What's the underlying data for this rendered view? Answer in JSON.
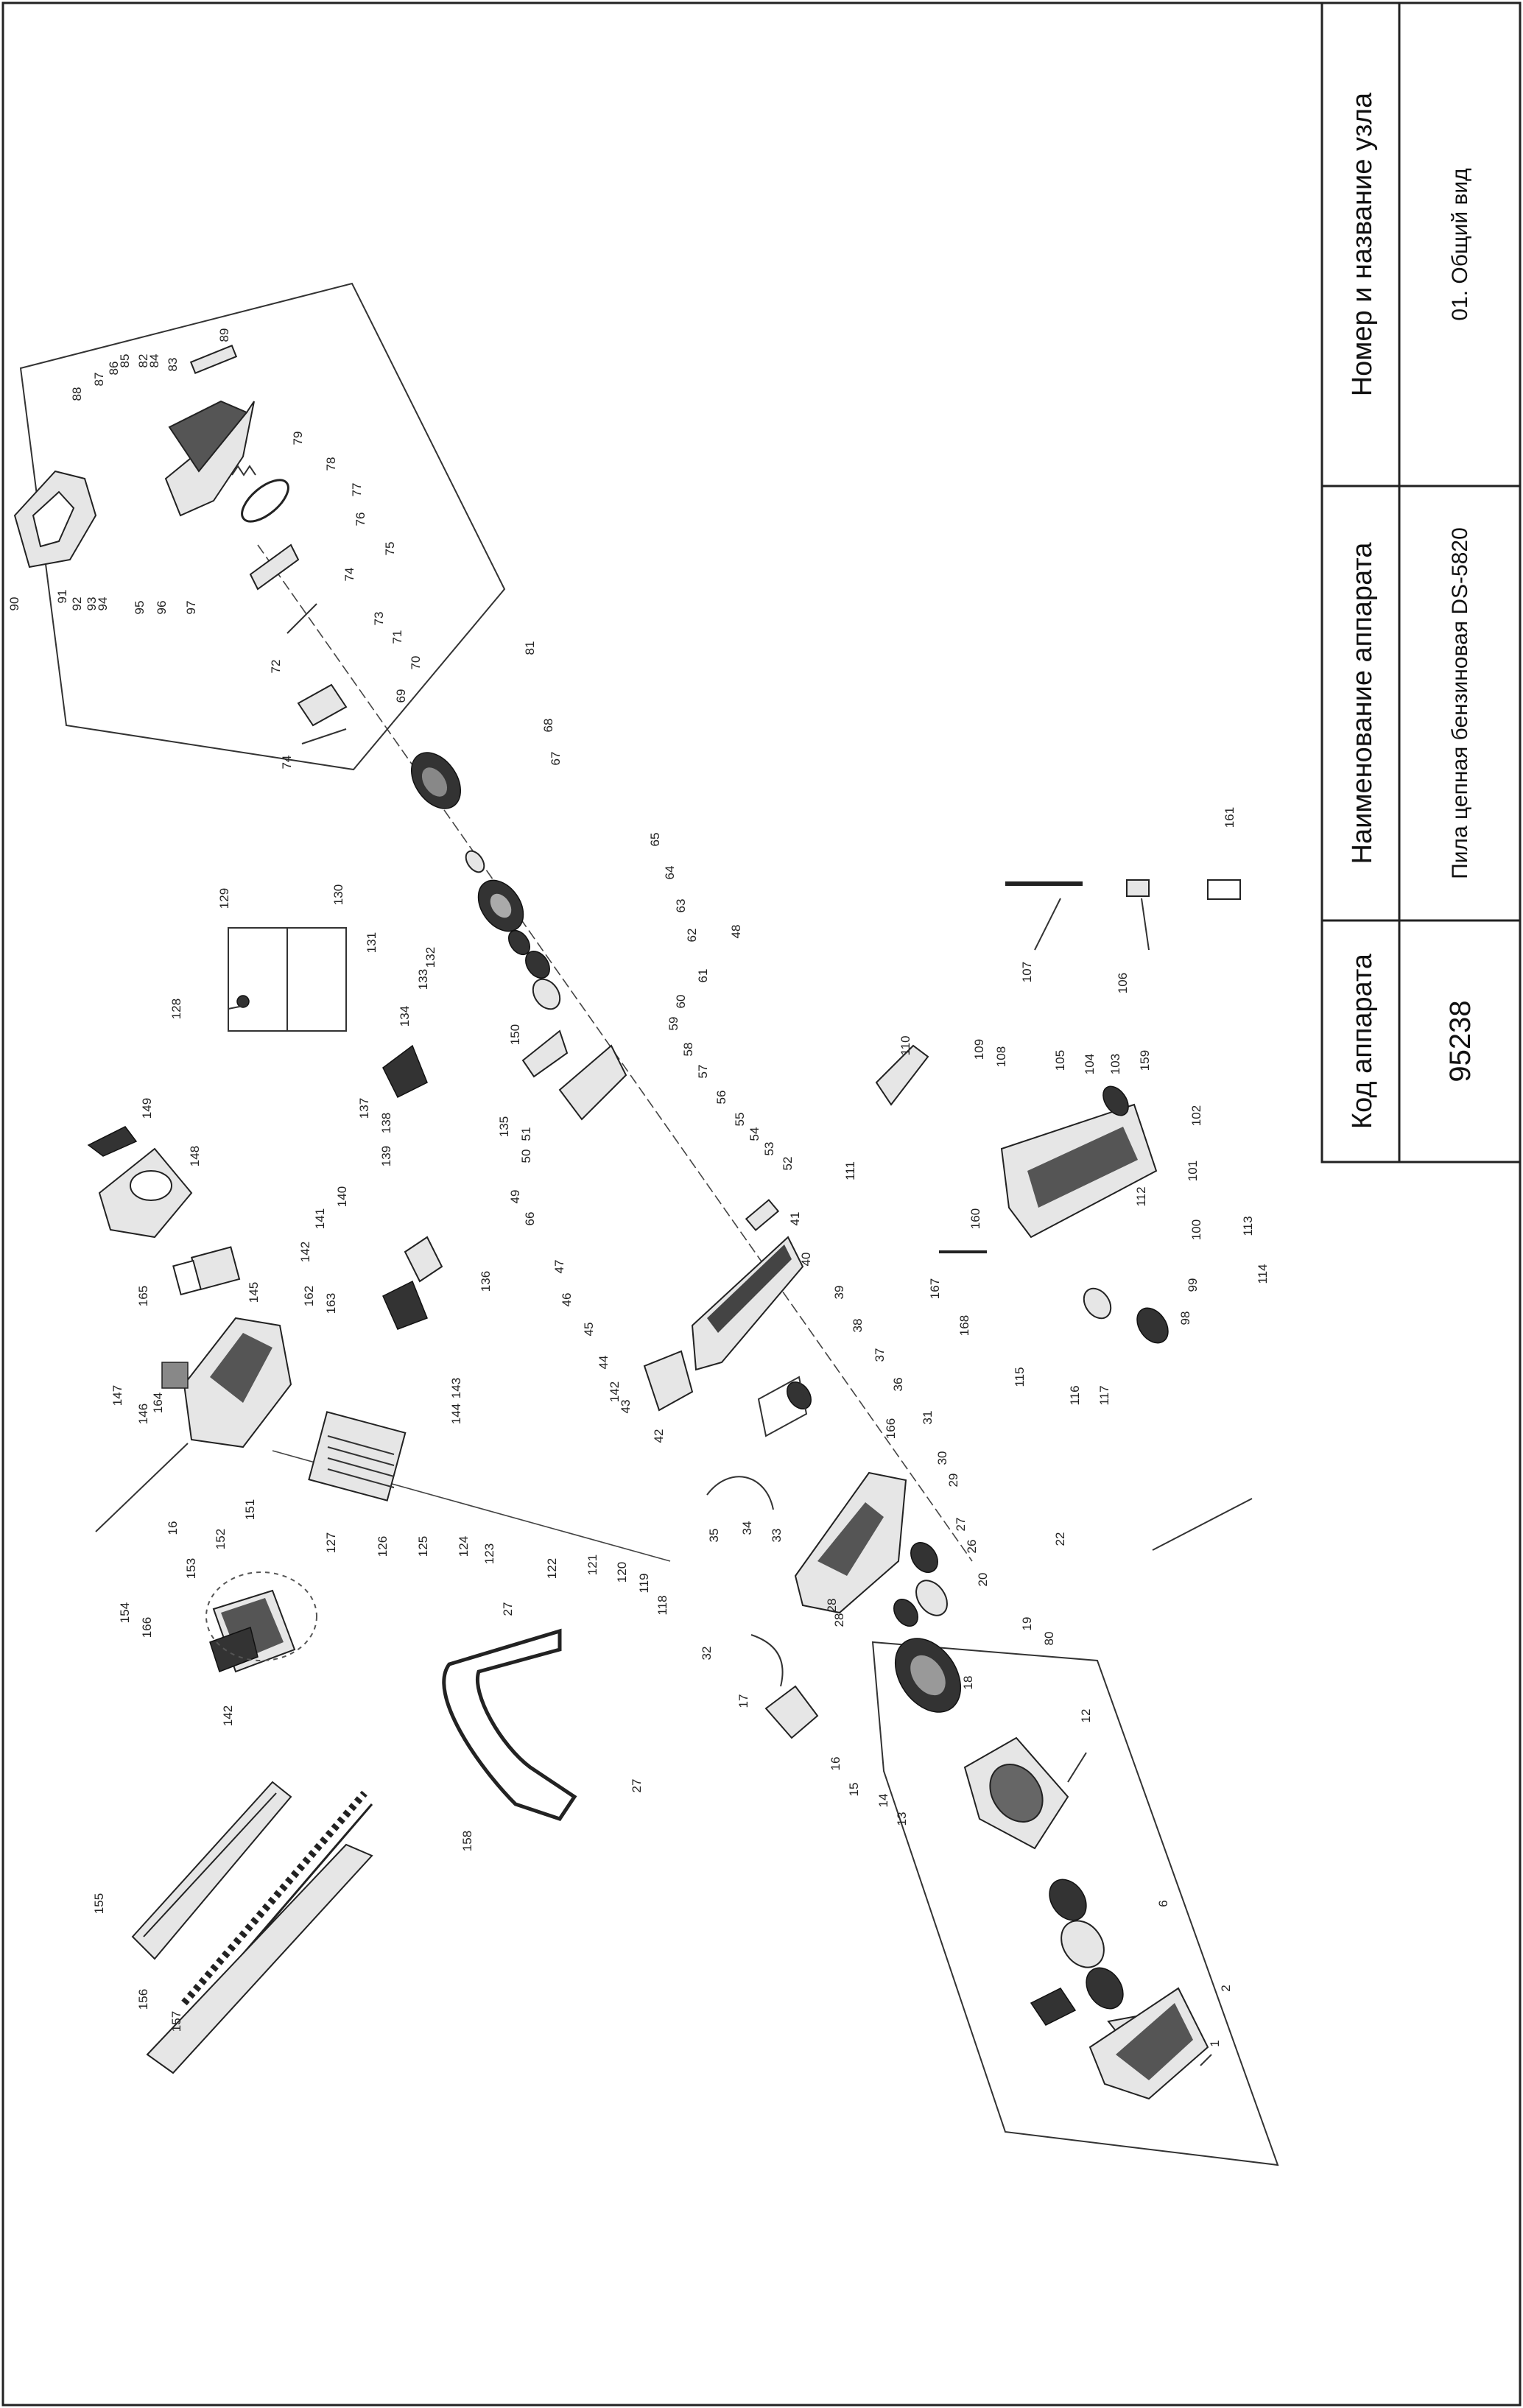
{
  "title_block": {
    "code_header": "Код аппарата",
    "code_value": "95238",
    "device_header": "Наименование аппарата",
    "device_value": "Пила цепная бензиновая DS-5820",
    "unit_header": "Номер и название узла",
    "unit_value": "01. Общий вид"
  },
  "diagram": {
    "part_numbers": [
      "1",
      "2",
      "6",
      "12",
      "13",
      "14",
      "15",
      "16",
      "17",
      "18",
      "19",
      "20",
      "22",
      "26",
      "27",
      "28",
      "29",
      "30",
      "31",
      "32",
      "33",
      "34",
      "35",
      "36",
      "37",
      "38",
      "39",
      "40",
      "41",
      "42",
      "43",
      "44",
      "45",
      "46",
      "47",
      "48",
      "49",
      "50",
      "51",
      "52",
      "53",
      "54",
      "55",
      "56",
      "57",
      "58",
      "59",
      "60",
      "61",
      "62",
      "63",
      "64",
      "65",
      "66",
      "67",
      "68",
      "69",
      "70",
      "71",
      "72",
      "73",
      "74",
      "75",
      "76",
      "77",
      "78",
      "79",
      "80",
      "81",
      "82",
      "83",
      "84",
      "85",
      "86",
      "87",
      "88",
      "89",
      "90",
      "91",
      "92",
      "93",
      "94",
      "95",
      "96",
      "97",
      "98",
      "99",
      "100",
      "101",
      "102",
      "103",
      "104",
      "105",
      "106",
      "107",
      "108",
      "109",
      "110",
      "111",
      "112",
      "113",
      "114",
      "115",
      "116",
      "117",
      "118",
      "119",
      "120",
      "121",
      "122",
      "123",
      "124",
      "125",
      "126",
      "127",
      "128",
      "129",
      "130",
      "131",
      "132",
      "133",
      "134",
      "135",
      "136",
      "137",
      "138",
      "139",
      "140",
      "141",
      "142",
      "143",
      "144",
      "145",
      "146",
      "147",
      "148",
      "149",
      "150",
      "151",
      "152",
      "153",
      "154",
      "155",
      "156",
      "157",
      "158",
      "159",
      "160",
      "161",
      "162",
      "163",
      "164",
      "165",
      "166",
      "167",
      "168"
    ],
    "callouts": [
      {
        "id": "c1",
        "text": "1"
      },
      {
        "id": "c2",
        "text": "2"
      },
      {
        "id": "c6",
        "text": "6"
      },
      {
        "id": "c12",
        "text": "12"
      },
      {
        "id": "c13",
        "text": "13"
      },
      {
        "id": "c14",
        "text": "14"
      },
      {
        "id": "c15",
        "text": "15"
      },
      {
        "id": "c16a",
        "text": "16"
      },
      {
        "id": "c17",
        "text": "17"
      },
      {
        "id": "c18",
        "text": "18"
      },
      {
        "id": "c19",
        "text": "19"
      },
      {
        "id": "c20",
        "text": "20"
      },
      {
        "id": "c22",
        "text": "22"
      },
      {
        "id": "c26",
        "text": "26"
      },
      {
        "id": "c27a",
        "text": "27"
      },
      {
        "id": "c28a",
        "text": "28"
      },
      {
        "id": "c29",
        "text": "29"
      },
      {
        "id": "c30",
        "text": "30"
      },
      {
        "id": "c31",
        "text": "31"
      },
      {
        "id": "c32",
        "text": "32"
      },
      {
        "id": "c33",
        "text": "33"
      },
      {
        "id": "c34",
        "text": "34"
      },
      {
        "id": "c35",
        "text": "35"
      },
      {
        "id": "c36",
        "text": "36"
      },
      {
        "id": "c37",
        "text": "37"
      },
      {
        "id": "c38",
        "text": "38"
      },
      {
        "id": "c39",
        "text": "39"
      },
      {
        "id": "c40",
        "text": "40"
      },
      {
        "id": "c41",
        "text": "41"
      },
      {
        "id": "c42",
        "text": "42"
      },
      {
        "id": "c43",
        "text": "43"
      },
      {
        "id": "c44",
        "text": "44"
      },
      {
        "id": "c45",
        "text": "45"
      },
      {
        "id": "c46",
        "text": "46"
      },
      {
        "id": "c47",
        "text": "47"
      },
      {
        "id": "c48",
        "text": "48"
      },
      {
        "id": "c49",
        "text": "49"
      },
      {
        "id": "c50",
        "text": "50"
      },
      {
        "id": "c51",
        "text": "51"
      },
      {
        "id": "c52",
        "text": "52"
      },
      {
        "id": "c53",
        "text": "53"
      },
      {
        "id": "c54",
        "text": "54"
      },
      {
        "id": "c55",
        "text": "55"
      },
      {
        "id": "c56",
        "text": "56"
      },
      {
        "id": "c57",
        "text": "57"
      },
      {
        "id": "c58",
        "text": "58"
      },
      {
        "id": "c59",
        "text": "59"
      },
      {
        "id": "c60",
        "text": "60"
      },
      {
        "id": "c61",
        "text": "61"
      },
      {
        "id": "c62",
        "text": "62"
      },
      {
        "id": "c63",
        "text": "63"
      },
      {
        "id": "c64",
        "text": "64"
      },
      {
        "id": "c65",
        "text": "65"
      },
      {
        "id": "c66",
        "text": "66"
      },
      {
        "id": "c67",
        "text": "67"
      },
      {
        "id": "c68",
        "text": "68"
      },
      {
        "id": "c69",
        "text": "69"
      },
      {
        "id": "c70",
        "text": "70"
      },
      {
        "id": "c71",
        "text": "71"
      },
      {
        "id": "c72",
        "text": "72"
      },
      {
        "id": "c73",
        "text": "73"
      },
      {
        "id": "c74a",
        "text": "74"
      },
      {
        "id": "c74b",
        "text": "74"
      },
      {
        "id": "c75",
        "text": "75"
      },
      {
        "id": "c76",
        "text": "76"
      },
      {
        "id": "c77",
        "text": "77"
      },
      {
        "id": "c78",
        "text": "78"
      },
      {
        "id": "c79",
        "text": "79"
      },
      {
        "id": "c80",
        "text": "80"
      },
      {
        "id": "c81",
        "text": "81"
      },
      {
        "id": "c82",
        "text": "82"
      },
      {
        "id": "c83",
        "text": "83"
      },
      {
        "id": "c84",
        "text": "84"
      },
      {
        "id": "c85",
        "text": "85"
      },
      {
        "id": "c86",
        "text": "86"
      },
      {
        "id": "c87",
        "text": "87"
      },
      {
        "id": "c88",
        "text": "88"
      },
      {
        "id": "c89",
        "text": "89"
      },
      {
        "id": "c90",
        "text": "90"
      },
      {
        "id": "c91",
        "text": "91"
      },
      {
        "id": "c92",
        "text": "92"
      },
      {
        "id": "c93",
        "text": "93"
      },
      {
        "id": "c94",
        "text": "94"
      },
      {
        "id": "c95",
        "text": "95"
      },
      {
        "id": "c96",
        "text": "96"
      },
      {
        "id": "c97",
        "text": "97"
      },
      {
        "id": "c98",
        "text": "98"
      },
      {
        "id": "c99",
        "text": "99"
      },
      {
        "id": "c100",
        "text": "100"
      },
      {
        "id": "c101",
        "text": "101"
      },
      {
        "id": "c102",
        "text": "102"
      },
      {
        "id": "c103",
        "text": "103"
      },
      {
        "id": "c104",
        "text": "104"
      },
      {
        "id": "c105",
        "text": "105"
      },
      {
        "id": "c106",
        "text": "106"
      },
      {
        "id": "c107",
        "text": "107"
      },
      {
        "id": "c108",
        "text": "108"
      },
      {
        "id": "c109",
        "text": "109"
      },
      {
        "id": "c110",
        "text": "110"
      },
      {
        "id": "c111",
        "text": "111"
      },
      {
        "id": "c112",
        "text": "112"
      },
      {
        "id": "c113",
        "text": "113"
      },
      {
        "id": "c114",
        "text": "114"
      },
      {
        "id": "c115",
        "text": "115"
      },
      {
        "id": "c116",
        "text": "116"
      },
      {
        "id": "c117",
        "text": "117"
      },
      {
        "id": "c118",
        "text": "118"
      },
      {
        "id": "c119",
        "text": "119"
      },
      {
        "id": "c120",
        "text": "120"
      },
      {
        "id": "c121",
        "text": "121"
      },
      {
        "id": "c122",
        "text": "122"
      },
      {
        "id": "c123",
        "text": "123"
      },
      {
        "id": "c124",
        "text": "124"
      },
      {
        "id": "c125",
        "text": "125"
      },
      {
        "id": "c126",
        "text": "126"
      },
      {
        "id": "c127",
        "text": "127"
      },
      {
        "id": "c128",
        "text": "128"
      },
      {
        "id": "c129",
        "text": "129"
      },
      {
        "id": "c130",
        "text": "130"
      },
      {
        "id": "c131",
        "text": "131"
      },
      {
        "id": "c132",
        "text": "132"
      },
      {
        "id": "c133",
        "text": "133"
      },
      {
        "id": "c134",
        "text": "134"
      },
      {
        "id": "c135",
        "text": "135"
      },
      {
        "id": "c136",
        "text": "136"
      },
      {
        "id": "c137",
        "text": "137"
      },
      {
        "id": "c138",
        "text": "138"
      },
      {
        "id": "c139",
        "text": "139"
      },
      {
        "id": "c140",
        "text": "140"
      },
      {
        "id": "c141",
        "text": "141"
      },
      {
        "id": "c142a",
        "text": "142"
      },
      {
        "id": "c143",
        "text": "143"
      },
      {
        "id": "c144",
        "text": "144"
      },
      {
        "id": "c145",
        "text": "145"
      },
      {
        "id": "c146",
        "text": "146"
      },
      {
        "id": "c147",
        "text": "147"
      },
      {
        "id": "c148",
        "text": "148"
      },
      {
        "id": "c149",
        "text": "149"
      },
      {
        "id": "c150",
        "text": "150"
      },
      {
        "id": "c151",
        "text": "151"
      },
      {
        "id": "c152",
        "text": "152"
      },
      {
        "id": "c153",
        "text": "153"
      },
      {
        "id": "c154",
        "text": "154"
      },
      {
        "id": "c155",
        "text": "155"
      },
      {
        "id": "c156",
        "text": "156"
      },
      {
        "id": "c157",
        "text": "157"
      },
      {
        "id": "c158",
        "text": "158"
      },
      {
        "id": "c159",
        "text": "159"
      },
      {
        "id": "c160",
        "text": "160"
      },
      {
        "id": "c161",
        "text": "161"
      },
      {
        "id": "c162",
        "text": "162"
      },
      {
        "id": "c163",
        "text": "163"
      },
      {
        "id": "c164",
        "text": "164"
      },
      {
        "id": "c165",
        "text": "165"
      },
      {
        "id": "c166a",
        "text": "166"
      },
      {
        "id": "c167",
        "text": "167"
      },
      {
        "id": "c168",
        "text": "168"
      },
      {
        "id": "c16b",
        "text": "16"
      },
      {
        "id": "c142b",
        "text": "142"
      },
      {
        "id": "c142c",
        "text": "142"
      },
      {
        "id": "c166b",
        "text": "166"
      },
      {
        "id": "c27b",
        "text": "27"
      },
      {
        "id": "c27c",
        "text": "27"
      },
      {
        "id": "c28b",
        "text": "28"
      }
    ]
  }
}
